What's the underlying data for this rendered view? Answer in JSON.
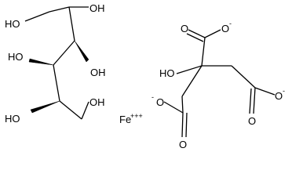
{
  "sorbitol": {
    "hydroxyl_labels": [
      "HO",
      "OH",
      "HO",
      "OH",
      "HO",
      "OH"
    ]
  },
  "citrate": {
    "hydroxyl_label": "HO",
    "carbonyl_oxygen_label": "O",
    "carboxylate_oxygen_label": "O",
    "charge_minus": "-"
  },
  "counterion": {
    "label": "Fe",
    "charge": "+++"
  }
}
